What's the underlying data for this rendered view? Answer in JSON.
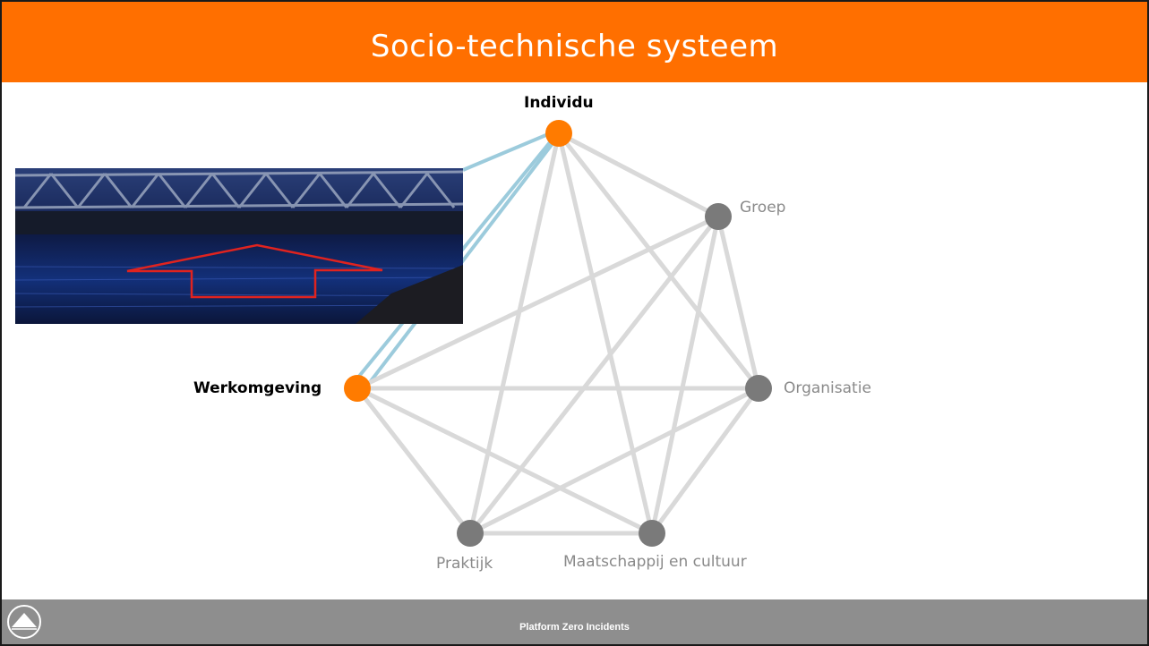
{
  "header": {
    "title": "Socio-technische systeem"
  },
  "nodes": {
    "individu": {
      "label": "Individu",
      "highlighted": true
    },
    "groep": {
      "label": "Groep",
      "highlighted": false
    },
    "organisatie": {
      "label": "Organisatie",
      "highlighted": false
    },
    "maatschappij": {
      "label": "Maatschappij en cultuur",
      "highlighted": false
    },
    "praktijk": {
      "label": "Praktijk",
      "highlighted": false
    },
    "werkomgeving": {
      "label": "Werkomgeving",
      "highlighted": true
    }
  },
  "highlighted_link": [
    "individu",
    "werkomgeving"
  ],
  "colors": {
    "accent": "#ff7b00",
    "node": "#7a7a7a",
    "edge": "#d9d9d9",
    "highlight_edge": "#9ccbdc",
    "header_bg": "#ff6f00",
    "footer_bg": "#8e8e8e"
  },
  "footer": {
    "text": "Platform Zero Incidents"
  }
}
